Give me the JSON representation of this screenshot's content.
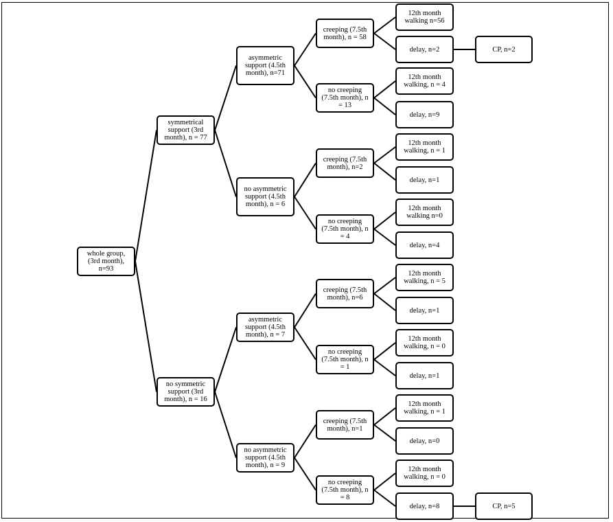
{
  "nodes": {
    "root": "whole group,\n(3rd month),\nn=93",
    "sym": "symmetrical\nsupport (3rd\nmonth), n = 77",
    "nosym": "no symmetric\nsupport (3rd\nmonth), n = 16",
    "a1": "asymmetric\nsupport (4.5th\nmonth), n=71",
    "a2": "no asymmetric\nsupport (4.5th\nmonth), n = 6",
    "a3": "asymmetric\nsupport (4.5th\nmonth), n = 7",
    "a4": "no asymmetric\nsupport (4.5th\nmonth), n = 9",
    "c1": "creeping (7.5th\nmonth), n = 58",
    "c2": "no creeping\n(7.5th month), n\n= 13",
    "c3": "creeping (7.5th\nmonth), n=2",
    "c4": "no creeping\n(7.5th month), n\n= 4",
    "c5": "creeping (7.5th\nmonth), n=6",
    "c6": "no creeping\n(7.5th month), n\n= 1",
    "c7": "creeping (7.5th\nmonth), n=1",
    "c8": "no creeping\n(7.5th month), n\n= 8",
    "w1": "12th month\nwalking n=56",
    "d1": "delay, n=2",
    "w2": "12th month\nwalking, n = 4",
    "d2": "delay, n=9",
    "w3": "12th month\nwalking, n = 1",
    "d3": "delay, n=1",
    "w4": "12th month\nwalking n=0",
    "d4": "delay, n=4",
    "w5": "12th month\nwalking, n = 5",
    "d5": "delay, n=1",
    "w6": "12th month\nwalking, n = 0",
    "d6": "delay, n=1",
    "w7": "12th month\nwalking, n = 1",
    "d7": "delay, n=0",
    "w8": "12th month\nwalking, n = 0",
    "d8": "delay, n=8",
    "cp1": "CP, n=2",
    "cp2": "CP, n=5"
  }
}
